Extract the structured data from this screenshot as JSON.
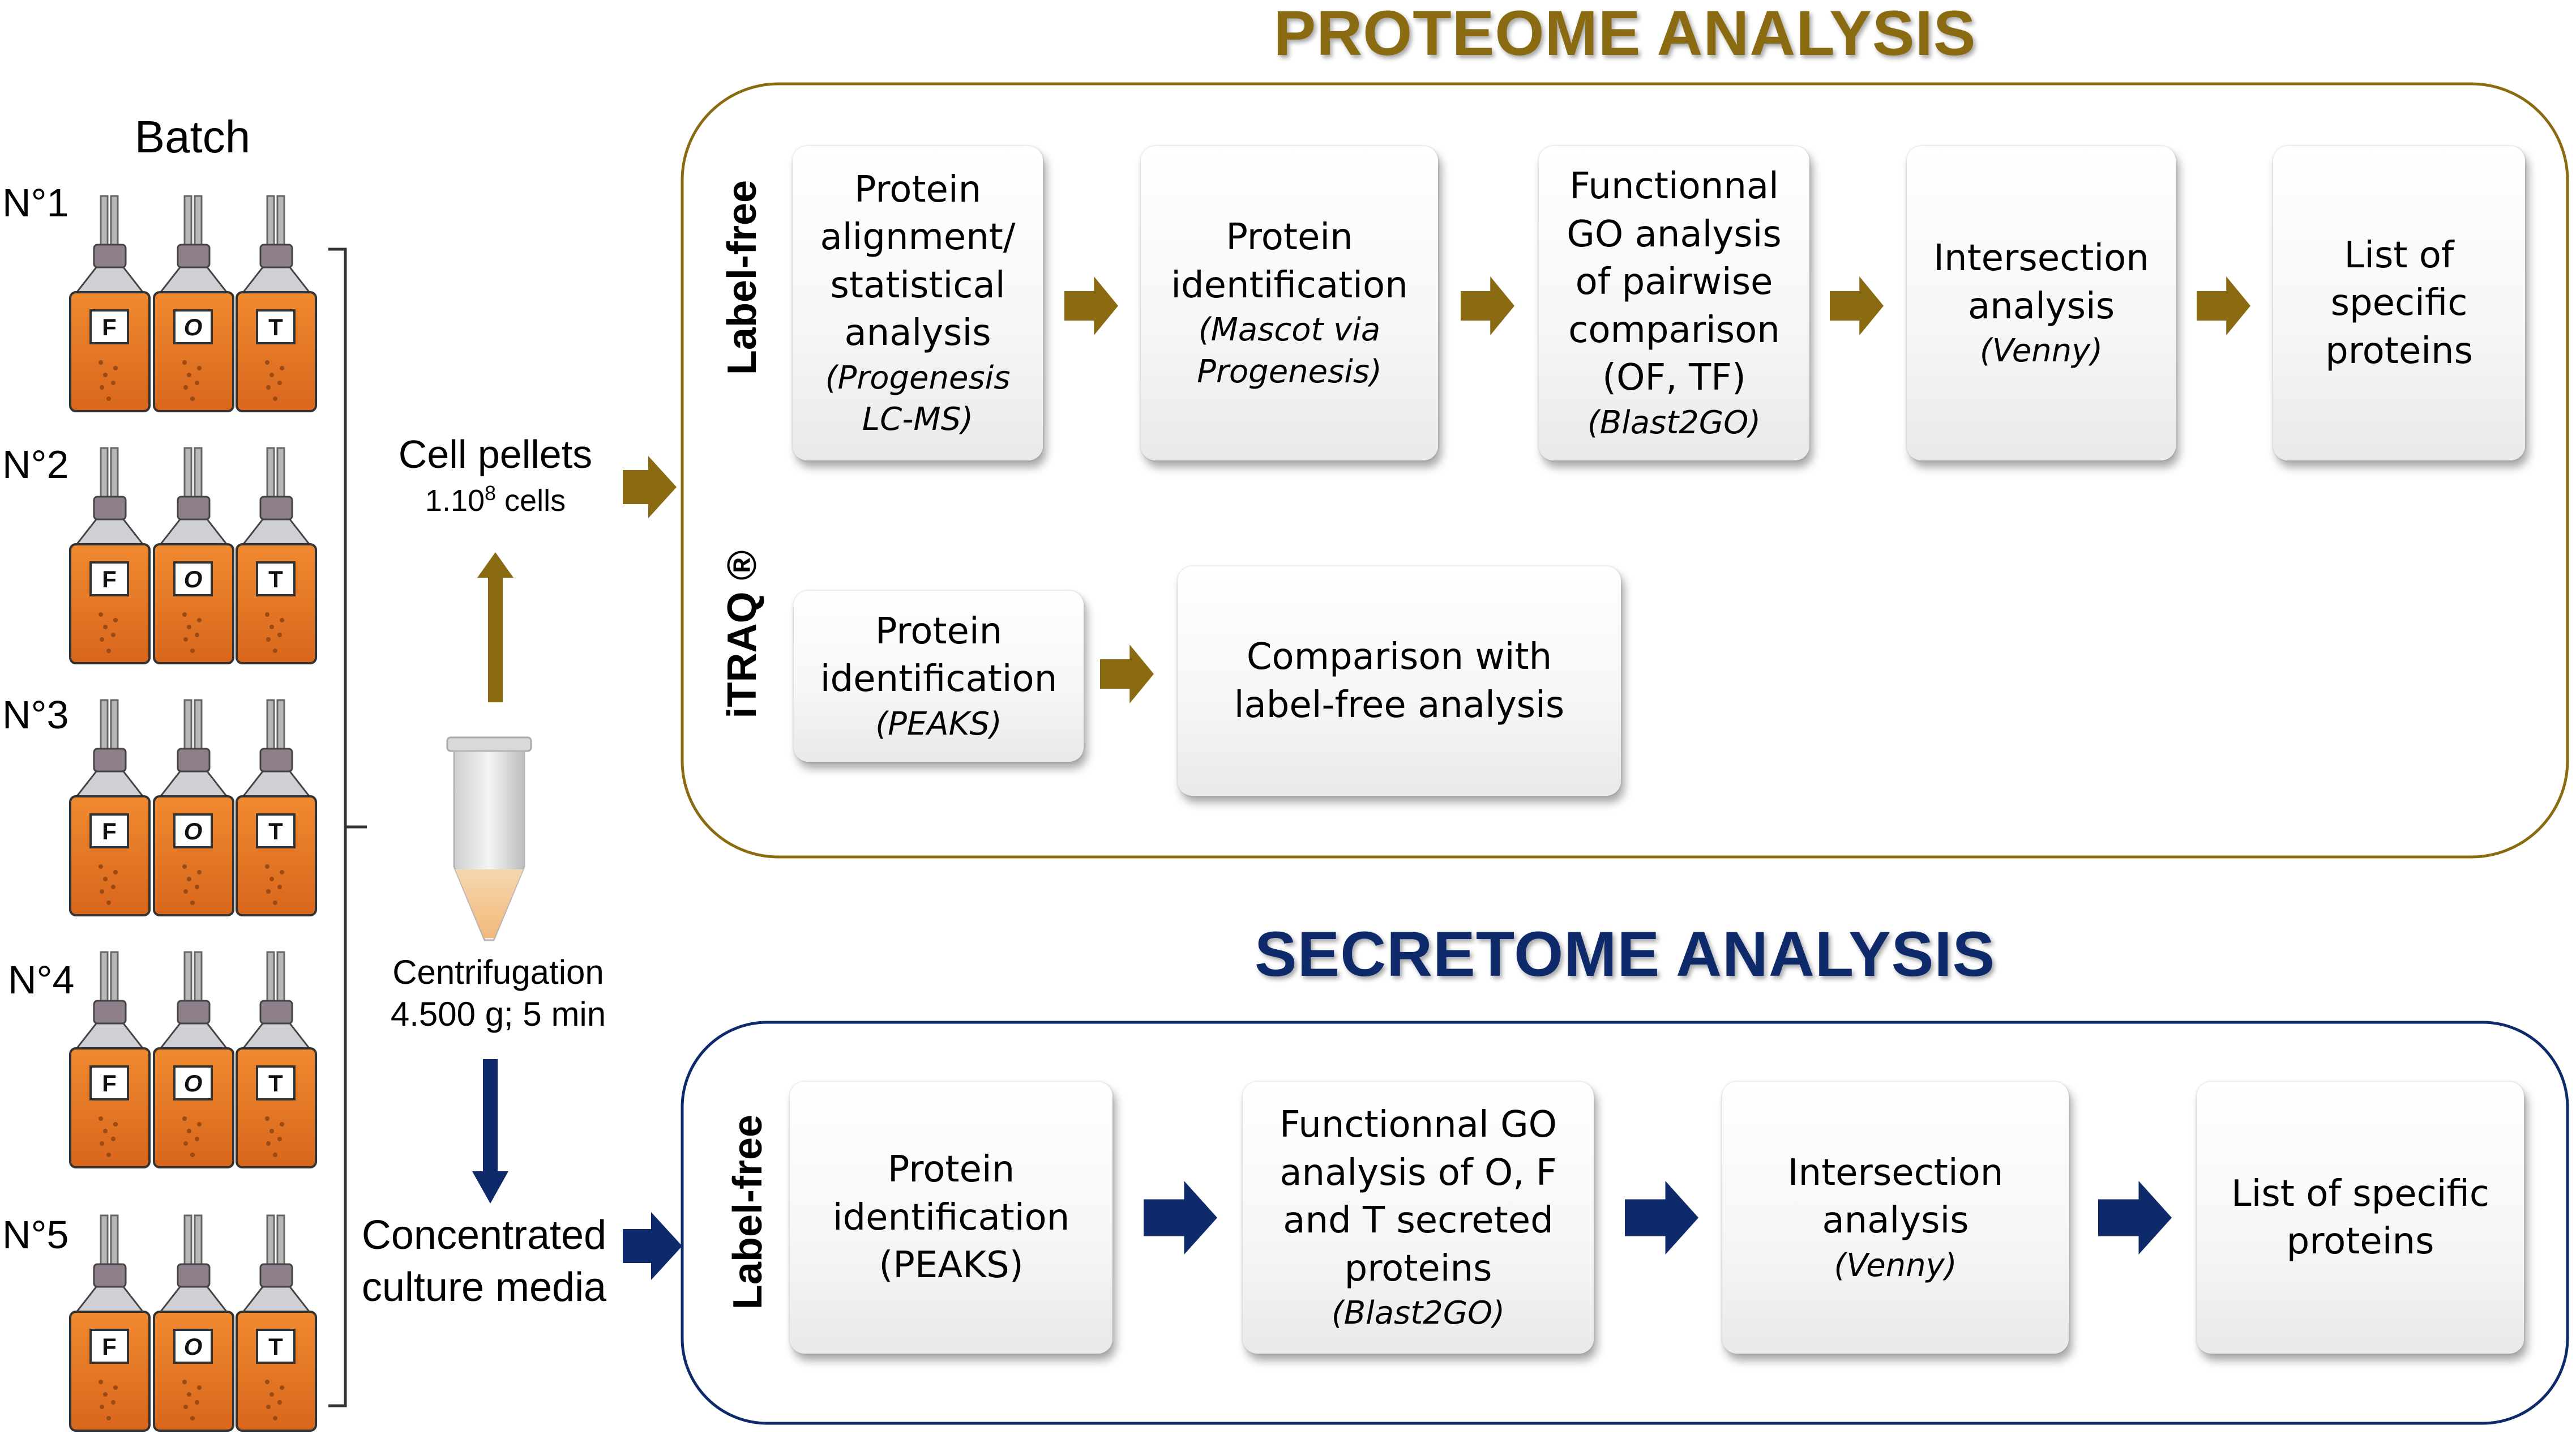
{
  "colors": {
    "gold": "#8B6B12",
    "navy": "#0E2A6B",
    "orange": "#E87A28"
  },
  "batch": {
    "title": "Batch",
    "numbers": [
      "N°1",
      "N°2",
      "N°3",
      "N°4",
      "N°5"
    ],
    "flask_labels": [
      "F",
      "O",
      "T"
    ]
  },
  "middle": {
    "cell_pellets": "Cell pellets",
    "cells_count_base": "1.10",
    "cells_count_exp": "8",
    "cells_count_unit": " cells",
    "centrifugation": "Centrifugation",
    "centrifugation_params": "4.500 g; 5 min",
    "concentrated_1": "Concentrated",
    "concentrated_2": "culture media"
  },
  "proteome": {
    "title": "PROTEOME ANALYSIS",
    "label_free": "Label-free",
    "itraq": "iTRAQ ®",
    "label_free_steps": [
      {
        "main": "Protein\nalignment/\nstatistical\nanalysis",
        "note": "(Progenesis\nLC-MS)"
      },
      {
        "main": "Protein\nidentification",
        "note": "(Mascot via\nProgenesis)"
      },
      {
        "main": "Functionnal\nGO analysis\nof pairwise\ncomparison\n(OF, TF)",
        "note": "(Blast2GO)"
      },
      {
        "main": "Intersection\nanalysis",
        "note": "(Venny)"
      },
      {
        "main": "List of\nspecific\nproteins",
        "note": ""
      }
    ],
    "itraq_steps": [
      {
        "main": "Protein\nidentification",
        "note": "(PEAKS)"
      },
      {
        "main": "Comparison with\nlabel-free analysis",
        "note": ""
      }
    ]
  },
  "secretome": {
    "title": "SECRETOME ANALYSIS",
    "label_free": "Label-free",
    "steps": [
      {
        "main": "Protein\nidentification\n(PEAKS)",
        "note": ""
      },
      {
        "main": "Functionnal GO\nanalysis of O, F\nand T secreted\nproteins",
        "note": "(Blast2GO)"
      },
      {
        "main": "Intersection\nanalysis",
        "note": "(Venny)"
      },
      {
        "main": "List of specific\nproteins",
        "note": ""
      }
    ]
  }
}
